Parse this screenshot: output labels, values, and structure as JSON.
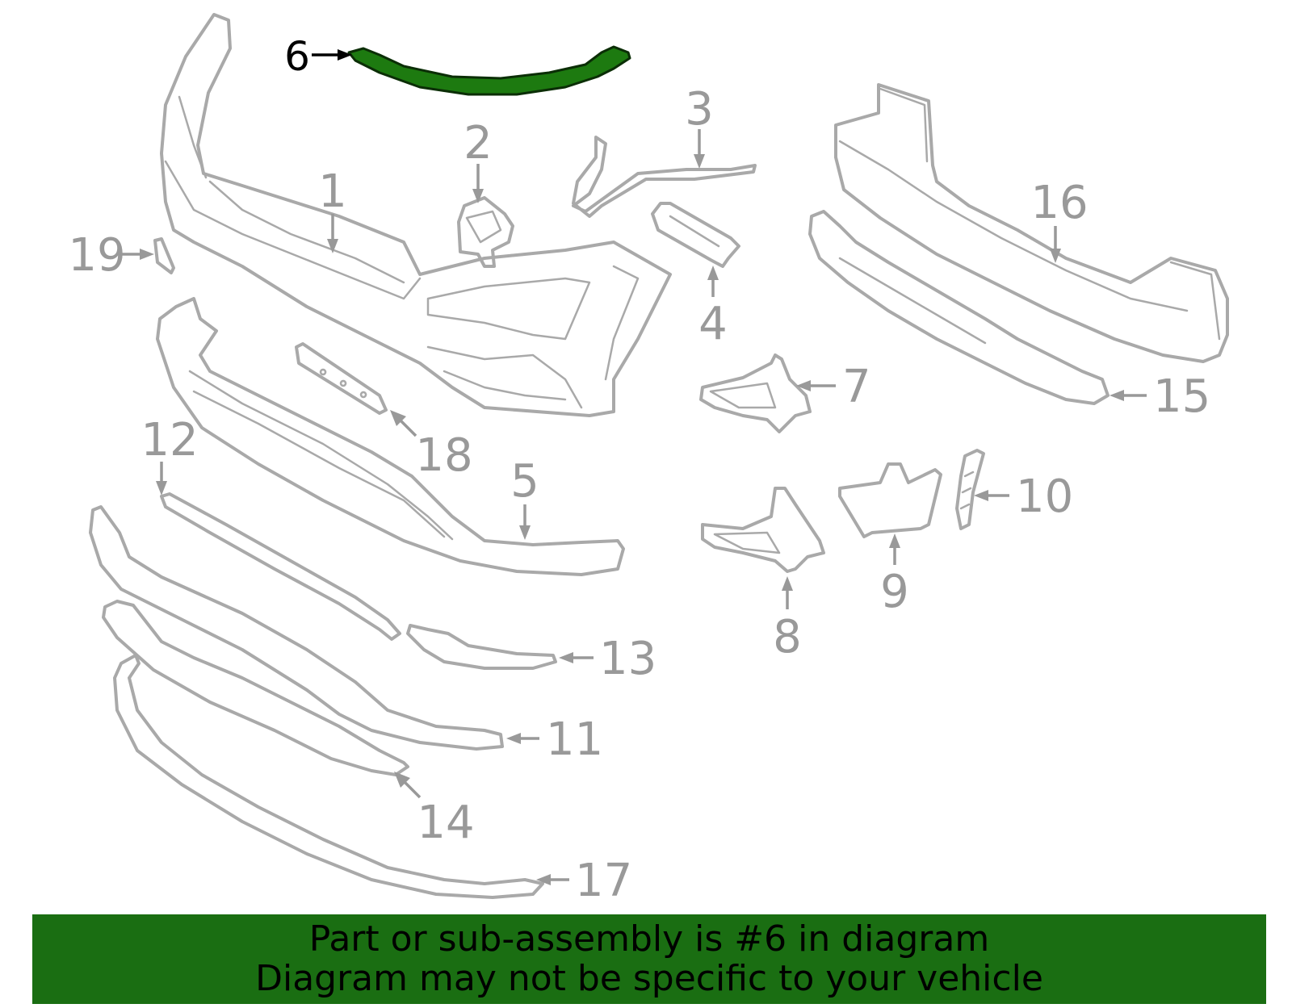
{
  "diagram": {
    "highlighted_part": "6",
    "callouts": [
      {
        "id": "1"
      },
      {
        "id": "2"
      },
      {
        "id": "3"
      },
      {
        "id": "4"
      },
      {
        "id": "5"
      },
      {
        "id": "6"
      },
      {
        "id": "7"
      },
      {
        "id": "8"
      },
      {
        "id": "9"
      },
      {
        "id": "10"
      },
      {
        "id": "11"
      },
      {
        "id": "12"
      },
      {
        "id": "13"
      },
      {
        "id": "14"
      },
      {
        "id": "15"
      },
      {
        "id": "16"
      },
      {
        "id": "17"
      },
      {
        "id": "18"
      },
      {
        "id": "19"
      }
    ],
    "colors": {
      "highlight_fill": "#1d7a10",
      "part_stroke": "#a9a9a9",
      "label": "#999999",
      "banner": "#1a6e12"
    }
  },
  "banner": {
    "line1": "Part or sub-assembly is #6 in diagram",
    "line2": "Diagram may not be specific to your vehicle"
  }
}
